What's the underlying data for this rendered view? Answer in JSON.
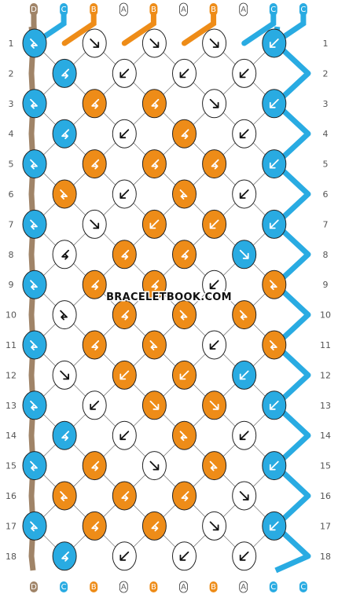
{
  "watermark": "BRACELETBOOK.COM",
  "colors": {
    "D": "#a08468",
    "C": "#29abe2",
    "B": "#ee8c18",
    "A": "#ffffff"
  },
  "strands": [
    "D",
    "C",
    "B",
    "A",
    "B",
    "A",
    "B",
    "A",
    "C",
    "C"
  ],
  "row_labels": [
    "1",
    "2",
    "3",
    "4",
    "5",
    "6",
    "7",
    "8",
    "9",
    "10",
    "11",
    "12",
    "13",
    "14",
    "15",
    "16",
    "17",
    "18"
  ],
  "knots": [
    [
      [
        "C",
        "fb"
      ],
      [
        "A",
        "f"
      ],
      [
        "A",
        "f"
      ],
      [
        "A",
        "f"
      ],
      [
        "C",
        "b"
      ]
    ],
    [
      [
        "C",
        "bf"
      ],
      [
        "A",
        "b"
      ],
      [
        "A",
        "b"
      ],
      [
        "A",
        "b"
      ]
    ],
    [
      [
        "C",
        "fb"
      ],
      [
        "B",
        "bf"
      ],
      [
        "B",
        "bf"
      ],
      [
        "A",
        "f"
      ],
      [
        "C",
        "b"
      ]
    ],
    [
      [
        "C",
        "bf"
      ],
      [
        "A",
        "b"
      ],
      [
        "B",
        "bf"
      ],
      [
        "A",
        "b"
      ]
    ],
    [
      [
        "C",
        "fb"
      ],
      [
        "B",
        "bf"
      ],
      [
        "B",
        "bf"
      ],
      [
        "B",
        "bf"
      ],
      [
        "C",
        "b"
      ]
    ],
    [
      [
        "B",
        "fb"
      ],
      [
        "A",
        "b"
      ],
      [
        "B",
        "fb"
      ],
      [
        "A",
        "b"
      ]
    ],
    [
      [
        "C",
        "fb"
      ],
      [
        "A",
        "f"
      ],
      [
        "B",
        "b"
      ],
      [
        "B",
        "b"
      ],
      [
        "C",
        "b"
      ]
    ],
    [
      [
        "A",
        "bf"
      ],
      [
        "B",
        "bf"
      ],
      [
        "B",
        "bf"
      ],
      [
        "C",
        "f"
      ]
    ],
    [
      [
        "C",
        "fb"
      ],
      [
        "B",
        "bf"
      ],
      [
        "B",
        "bf"
      ],
      [
        "A",
        "b"
      ],
      [
        "B",
        "fb"
      ]
    ],
    [
      [
        "A",
        "fb"
      ],
      [
        "B",
        "bf"
      ],
      [
        "B",
        "fb"
      ],
      [
        "B",
        "fb"
      ]
    ],
    [
      [
        "C",
        "fb"
      ],
      [
        "B",
        "bf"
      ],
      [
        "B",
        "fb"
      ],
      [
        "A",
        "b"
      ],
      [
        "B",
        "fb"
      ]
    ],
    [
      [
        "A",
        "f"
      ],
      [
        "B",
        "b"
      ],
      [
        "B",
        "b"
      ],
      [
        "C",
        "b"
      ]
    ],
    [
      [
        "C",
        "fb"
      ],
      [
        "A",
        "b"
      ],
      [
        "B",
        "f"
      ],
      [
        "B",
        "f"
      ],
      [
        "C",
        "b"
      ]
    ],
    [
      [
        "C",
        "bf"
      ],
      [
        "A",
        "b"
      ],
      [
        "B",
        "fb"
      ],
      [
        "A",
        "b"
      ]
    ],
    [
      [
        "C",
        "fb"
      ],
      [
        "B",
        "bf"
      ],
      [
        "A",
        "f"
      ],
      [
        "B",
        "fb"
      ],
      [
        "C",
        "b"
      ]
    ],
    [
      [
        "B",
        "fb"
      ],
      [
        "B",
        "bf"
      ],
      [
        "B",
        "bf"
      ],
      [
        "A",
        "f"
      ]
    ],
    [
      [
        "C",
        "fb"
      ],
      [
        "B",
        "bf"
      ],
      [
        "B",
        "bf"
      ],
      [
        "A",
        "f"
      ],
      [
        "C",
        "b"
      ]
    ],
    [
      [
        "C",
        "bf"
      ],
      [
        "A",
        "b"
      ],
      [
        "A",
        "b"
      ],
      [
        "A",
        "b"
      ]
    ]
  ]
}
